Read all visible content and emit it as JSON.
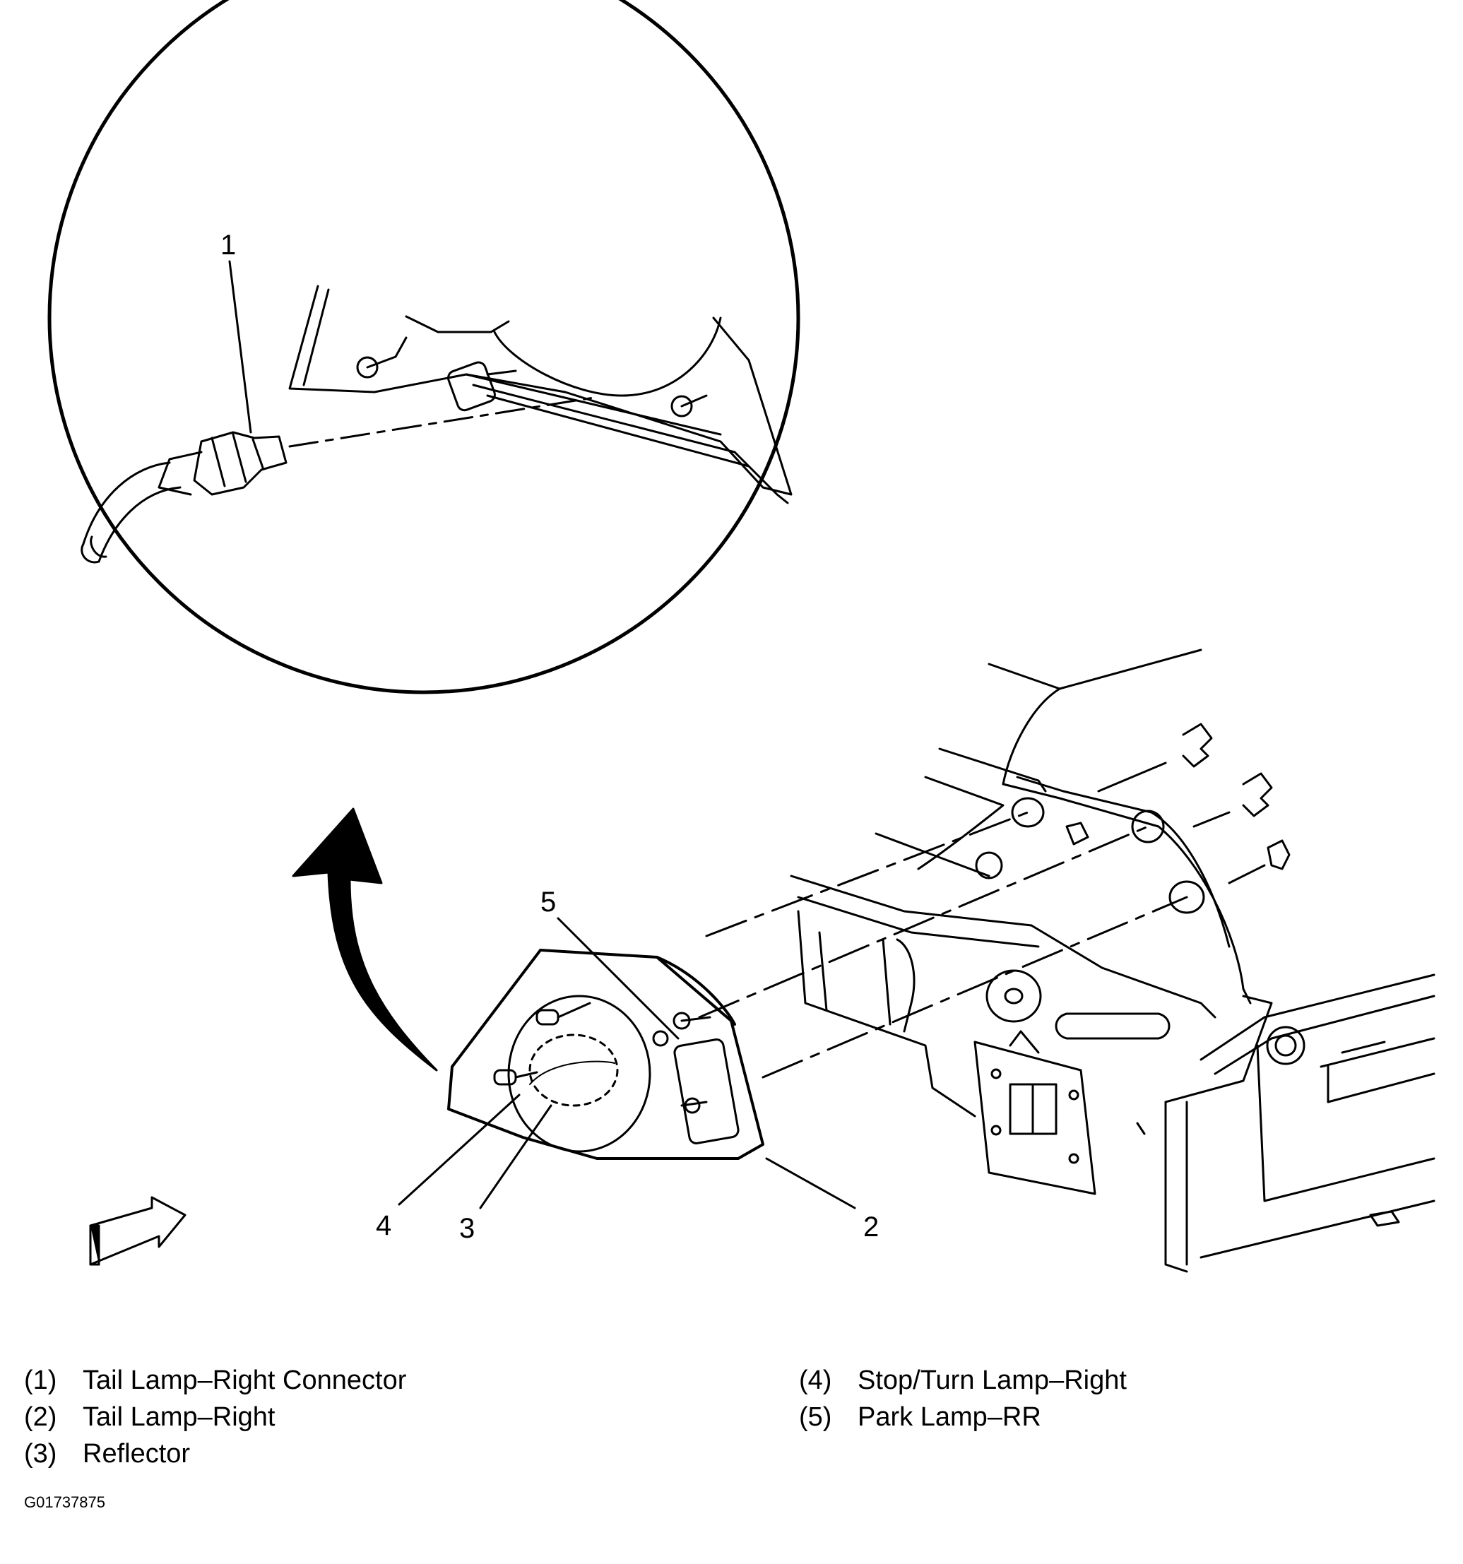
{
  "callouts": {
    "c1": "1",
    "c2": "2",
    "c3": "3",
    "c4": "4",
    "c5": "5"
  },
  "legend": {
    "left": [
      {
        "num": "(1)",
        "text": "Tail Lamp–Right Connector"
      },
      {
        "num": "(2)",
        "text": "Tail Lamp–Right"
      },
      {
        "num": "(3)",
        "text": "Reflector"
      }
    ],
    "right": [
      {
        "num": "(4)",
        "text": "Stop/Turn Lamp–Right"
      },
      {
        "num": "(5)",
        "text": "Park Lamp–RR"
      }
    ]
  },
  "figure_id": "G01737875",
  "colors": {
    "ink": "#000000",
    "paper": "#ffffff"
  }
}
